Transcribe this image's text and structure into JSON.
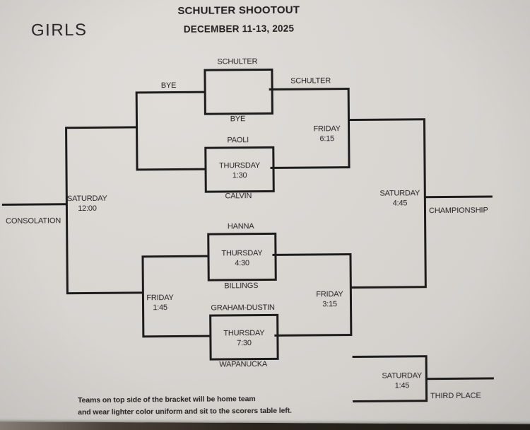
{
  "colors": {
    "paper": "#d8d5d1",
    "ink": "#1c1c1c",
    "text": "#262424",
    "table_surface": "#2b241f"
  },
  "header": {
    "division": "GIRLS",
    "title": "SCHULTER SHOOTOUT",
    "dates": "DECEMBER 11-13, 2025"
  },
  "bracket": {
    "round1": [
      {
        "top_team": "SCHULTER",
        "bottom_team": "BYE",
        "loser_feed_label": "BYE",
        "winner_feed_label": "SCHULTER",
        "day": "",
        "time": ""
      },
      {
        "top_team": "PAOLI",
        "bottom_team": "CALVIN",
        "day": "THURSDAY",
        "time": "1:30"
      },
      {
        "top_team": "HANNA",
        "bottom_team": "BILLINGS",
        "day": "THURSDAY",
        "time": "4:30"
      },
      {
        "top_team": "GRAHAM-DUSTIN",
        "bottom_team": "WAPANUCKA",
        "day": "THURSDAY",
        "time": "7:30"
      }
    ],
    "semifinal_top": {
      "day": "FRIDAY",
      "time": "6:15"
    },
    "semifinal_bottom": {
      "day": "FRIDAY",
      "time": "3:15"
    },
    "consolation_semifinal": {
      "day": "FRIDAY",
      "time": "1:45"
    },
    "consolation_final": {
      "day": "SATURDAY",
      "time": "12:00",
      "label": "CONSOLATION"
    },
    "championship": {
      "day": "SATURDAY",
      "time": "4:45",
      "label": "CHAMPIONSHIP"
    },
    "third_place": {
      "day": "SATURDAY",
      "time": "1:45",
      "label": "THIRD PLACE"
    }
  },
  "footer": {
    "line1": "Teams on top side of the bracket will be home team",
    "line2": "and wear lighter color uniform and sit to the scorers table left."
  }
}
